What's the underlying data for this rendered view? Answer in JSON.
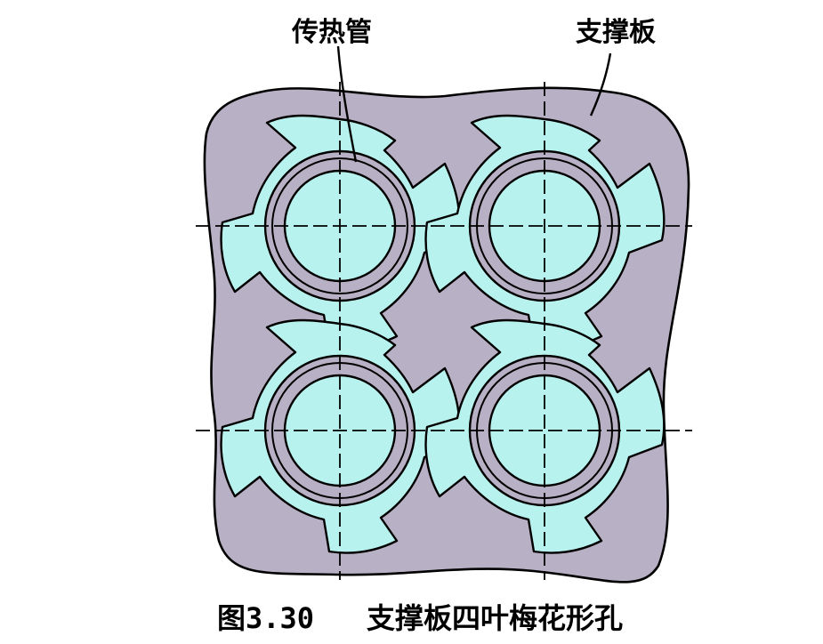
{
  "labels": {
    "tube": "传热管",
    "plate": "支撑板"
  },
  "caption": {
    "number": "图3.30",
    "title": "支撑板四叶梅花形孔"
  },
  "colors": {
    "plate": "#b8b0c4",
    "tube_hole": "#b8f2ef",
    "outline": "#000000"
  }
}
